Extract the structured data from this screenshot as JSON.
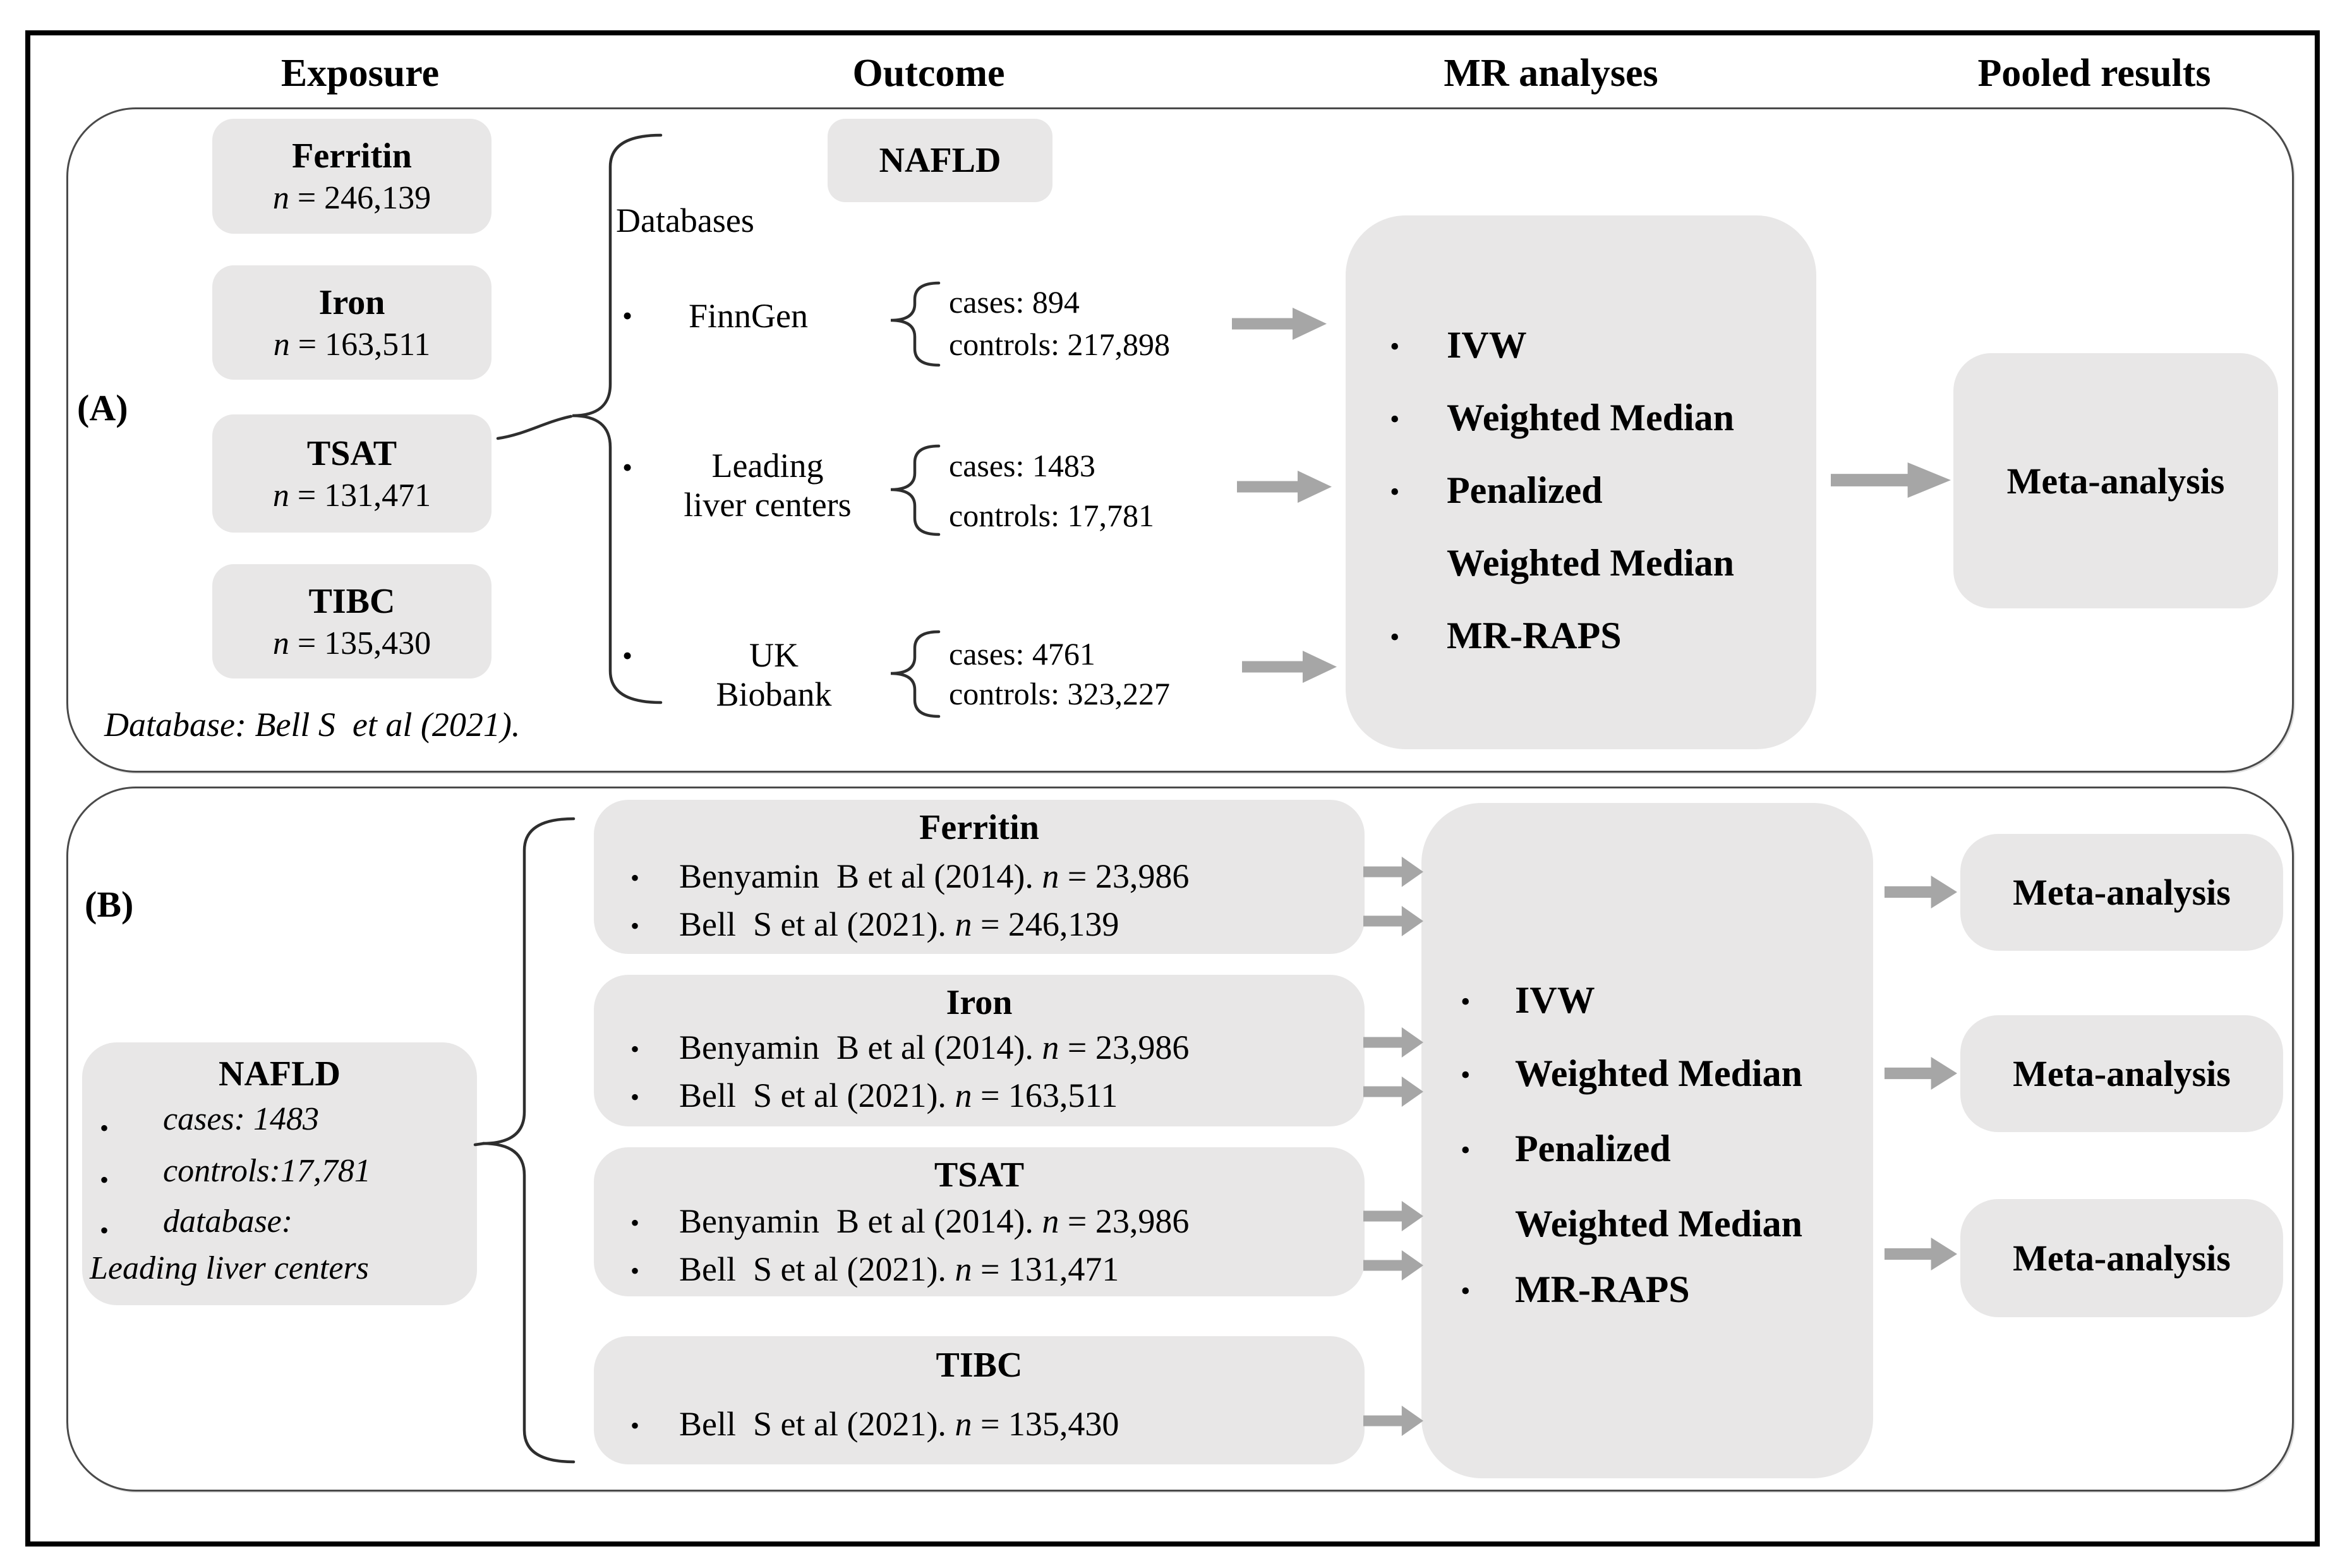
{
  "header": {
    "exposure": "Exposure",
    "outcome": "Outcome",
    "mr_analyses": "MR analyses",
    "pooled_results": "Pooled results"
  },
  "panel_a": {
    "label": "(A)",
    "exposures": [
      {
        "title": "Ferritin",
        "n": "n",
        "size": " = 246,139"
      },
      {
        "title": "Iron",
        "n": "n",
        "size": " = 163,511"
      },
      {
        "title": "TSAT",
        "n": "n",
        "size": " = 131,471"
      },
      {
        "title": "TIBC",
        "n": "n",
        "size": " = 135,430"
      }
    ],
    "outcome_box": "NAFLD",
    "databases_label": "Databases",
    "databases": [
      {
        "line1": "FinnGen",
        "line2": "",
        "cases": "cases: 894",
        "controls": "controls: 217,898"
      },
      {
        "line1": "Leading",
        "line2": "liver centers",
        "cases": "cases: 1483",
        "controls": "controls: 17,781"
      },
      {
        "line1": "UK",
        "line2": "Biobank",
        "cases": "cases: 4761",
        "controls": "controls: 323,227"
      }
    ],
    "mr_methods": [
      "IVW",
      "Weighted Median",
      "Penalized",
      "Weighted Median",
      "MR-RAPS"
    ],
    "pooled": "Meta-analysis",
    "note": "Database: Bell S  et al (2021)."
  },
  "panel_b": {
    "label": "(B)",
    "outcome_box": {
      "title": "NAFLD",
      "bullets": [
        "cases: 1483",
        "controls:17,781",
        "database:"
      ],
      "footer": "Leading liver centers"
    },
    "exposures": [
      {
        "title": "Ferritin",
        "refs": [
          {
            "pre": "Benyamin  B et al (2014). ",
            "n": "n",
            "post": " = 23,986"
          },
          {
            "pre": "Bell  S et al (2021). ",
            "n": "n",
            "post": " = 246,139"
          }
        ]
      },
      {
        "title": "Iron",
        "refs": [
          {
            "pre": "Benyamin  B et al (2014). ",
            "n": "n",
            "post": " = 23,986"
          },
          {
            "pre": "Bell  S et al (2021). ",
            "n": "n",
            "post": " = 163,511"
          }
        ]
      },
      {
        "title": "TSAT",
        "refs": [
          {
            "pre": "Benyamin  B et al (2014). ",
            "n": "n",
            "post": " = 23,986"
          },
          {
            "pre": "Bell  S et al (2021). ",
            "n": "n",
            "post": " = 131,471"
          }
        ]
      },
      {
        "title": "TIBC",
        "refs": [
          {
            "pre": "Bell  S et al (2021). ",
            "n": "n",
            "post": " = 135,430"
          }
        ]
      }
    ],
    "mr_methods": [
      "IVW",
      "Weighted Median",
      "Penalized",
      "Weighted Median",
      "MR-RAPS"
    ],
    "pooled": [
      "Meta-analysis",
      "Meta-analysis",
      "Meta-analysis"
    ]
  }
}
